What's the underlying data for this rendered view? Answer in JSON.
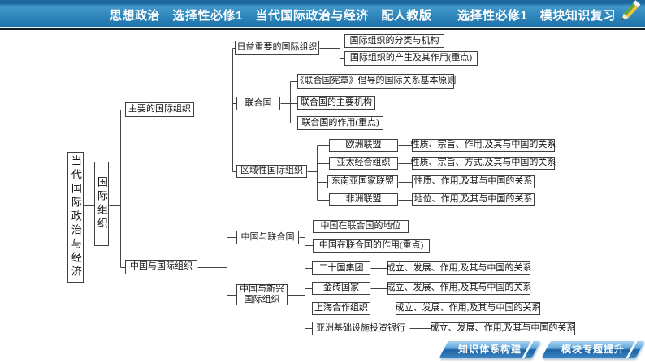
{
  "slide": {
    "header": {
      "left_title": "思想政治　选择性必修1　当代国际政治与经济　配人教版",
      "right_title": "选择性必修1　模块知识复习",
      "pencil_icon": "pencil-icon"
    },
    "footer": {
      "buttons": [
        {
          "label": "知识体系构建"
        },
        {
          "label": "模块专题提升"
        }
      ]
    }
  },
  "diagram": {
    "root": {
      "label": "当代国际政治与经济"
    },
    "topic": {
      "label": "国际组织"
    },
    "branches": [
      {
        "label": "主要的国际组织",
        "groups": [
          {
            "label": "日益重要的国际组织",
            "items": [
              {
                "label": "国际组织的分类与机构"
              },
              {
                "label": "国际组织的产生及其作用(重点)"
              }
            ]
          },
          {
            "label": "联合国",
            "items": [
              {
                "label": "《联合国宪章》倡导的国际关系基本原则"
              },
              {
                "label": "联合国的主要机构"
              },
              {
                "label": "联合国的作用(重点)"
              }
            ]
          },
          {
            "label": "区域性国际组织",
            "items": [
              {
                "label": "欧洲联盟",
                "desc": "性质、宗旨、作用,及其与中国的关系"
              },
              {
                "label": "亚太经合组织",
                "desc": "性质、宗旨、方式,及其与中国的关系"
              },
              {
                "label": "东南亚国家联盟",
                "desc": "性质、作用,及其与中国的关系"
              },
              {
                "label": "非洲联盟",
                "desc": "地位、作用,及其与中国的关系"
              }
            ]
          }
        ]
      },
      {
        "label": "中国与国际组织",
        "groups": [
          {
            "label": "中国与联合国",
            "items": [
              {
                "label": "中国在联合国的地位"
              },
              {
                "label": "中国在联合国的作用(重点)"
              }
            ]
          },
          {
            "label": "中国与新兴国际组织",
            "items": [
              {
                "label": "二十国集团",
                "desc": "成立、发展、作用,及其与中国的关系"
              },
              {
                "label": "金砖国家",
                "desc": "成立、发展、作用,及其与中国的关系"
              },
              {
                "label": "上海合作组织",
                "desc": "成立、发展、作用,及其与中国的关系"
              },
              {
                "label": "亚洲基础设施投资银行",
                "desc": "成立、发展、作用,及其与中国的关系"
              }
            ]
          }
        ]
      }
    ]
  },
  "colors": {
    "header_blue": "#2c84b9",
    "header_top_strip": "#1a689f",
    "divider_dark": "#141f2b",
    "button_blue": "#2e7cbd",
    "box_border": "#404040",
    "connector": "#444444",
    "text": "#151515"
  }
}
